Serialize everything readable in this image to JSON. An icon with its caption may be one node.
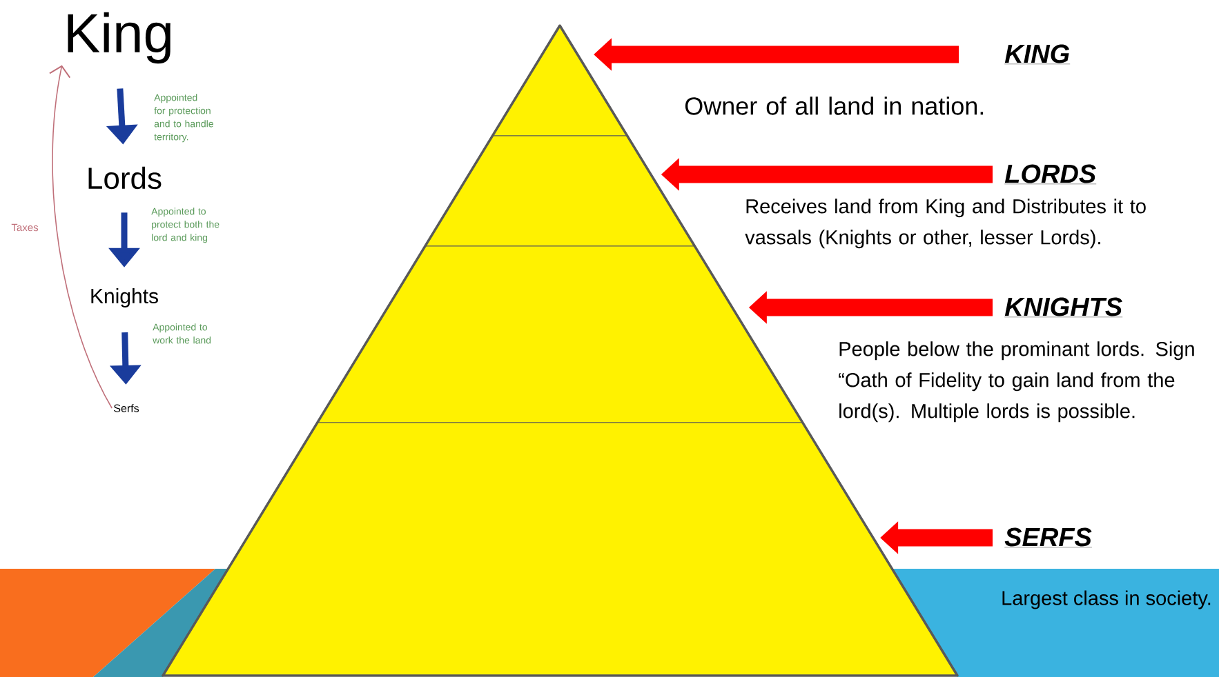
{
  "diagram": {
    "nodes": [
      {
        "text": [
          "King"
        ]
      },
      {
        "text": [
          "Lords"
        ]
      },
      {
        "text": [
          "Knights"
        ]
      },
      {
        "text": [
          "Serfs"
        ]
      },
      {
        "text": [],
        "shape": "triangle"
      },
      {
        "text": [],
        "shape": "trapezoid"
      },
      {
        "text": [],
        "shape": "trapezoid"
      },
      {
        "text": [],
        "shape": "trapezoid"
      },
      {
        "text": [
          "KING",
          "Owner of all land in nation."
        ]
      },
      {
        "text": [
          "LORDS",
          "Receives land from King and Distributes it to vassals (Knights or other, lesser Lords)."
        ]
      },
      {
        "text": [
          "KNIGHTS",
          "People below the prominant lords. Sign “Oath of Fidelity to gain land from the lord(s). Multiple lords is possible."
        ]
      },
      {
        "text": [
          "SERFS",
          "Largest class in society."
        ]
      }
    ],
    "edges": [
      {
        "from": 0,
        "to": 1,
        "arrow": "to",
        "color": "#1a3c9c",
        "label": "Appointed for protection and to handle territory."
      },
      {
        "from": 1,
        "to": 2,
        "arrow": "to",
        "color": "#1a3c9c",
        "label": "Appointed to protect both the lord and king"
      },
      {
        "from": 2,
        "to": 3,
        "arrow": "to",
        "color": "#1a3c9c",
        "label": "Appointed to work the land"
      },
      {
        "from": 3,
        "to": 0,
        "arrow": "to",
        "label": "Taxes",
        "color": "#c0707a"
      },
      {
        "from": 8,
        "to": 4,
        "arrow": "to",
        "style": "thick",
        "color": "#ff0000"
      },
      {
        "from": 9,
        "to": 5,
        "arrow": "to",
        "style": "thick",
        "color": "#ff0000"
      },
      {
        "from": 10,
        "to": 6,
        "arrow": "to",
        "style": "thick",
        "color": "#ff0000"
      },
      {
        "from": 11,
        "to": 7,
        "arrow": "to",
        "style": "thick",
        "color": "#ff0000"
      }
    ]
  }
}
